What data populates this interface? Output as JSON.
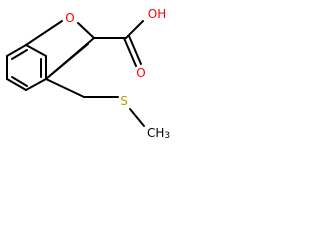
{
  "molecule": {
    "atoms": {
      "ring_oxygen": "O",
      "acid_hydroxyl": "OH",
      "carbonyl_oxygen": "O",
      "sulfur": "S",
      "methyl": "CH3"
    },
    "colors": {
      "bond": "#000000",
      "oxygen": "#ff0000",
      "sulfur": "#b5a000",
      "carbon": "#000000"
    }
  }
}
